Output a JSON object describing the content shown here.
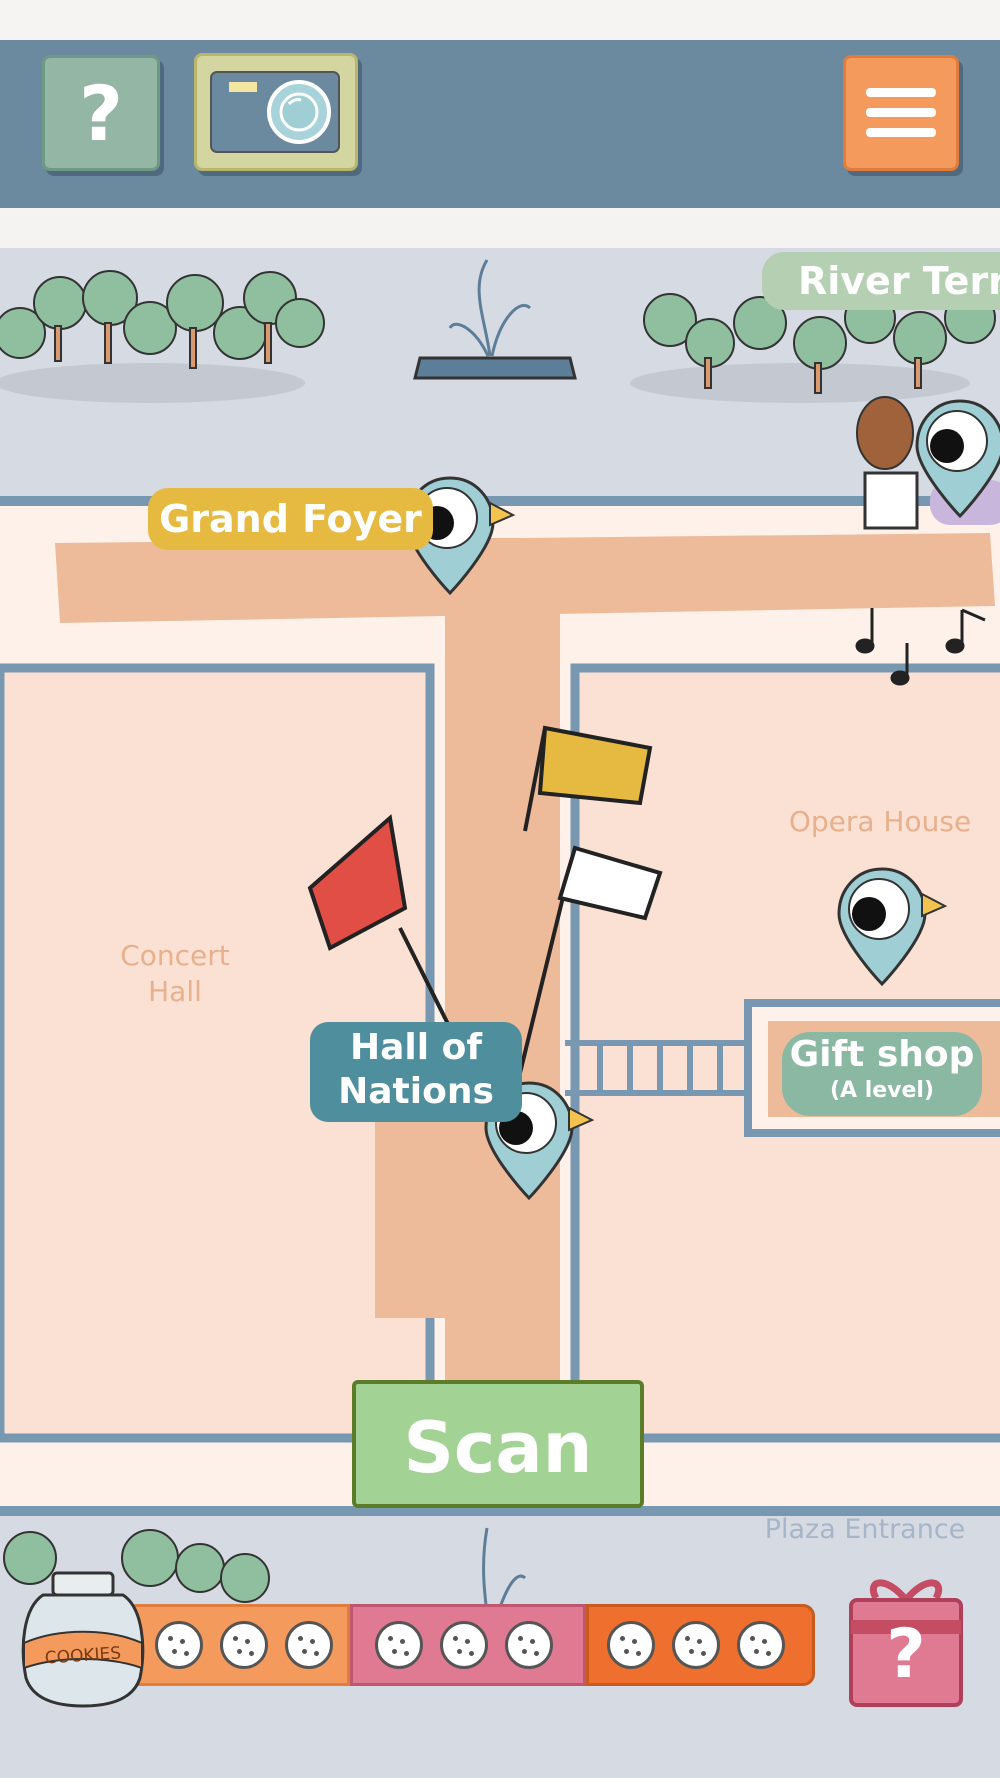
{
  "toolbar": {
    "help_label": "?",
    "camera_icon": "camera-icon",
    "menu_icon": "hamburger-menu-icon"
  },
  "map": {
    "locations": {
      "grand_foyer": "Grand Foyer",
      "river_terrace": "River Terrac",
      "hall_of_nations_line1": "Hall of",
      "hall_of_nations_line2": "Nations",
      "gift_shop": "Gift shop",
      "gift_shop_sub": "(A level)",
      "opera_house": "Opera House",
      "concert_hall_line1": "Concert",
      "concert_hall_line2": "Hall",
      "plaza_entrance": "Plaza Entrance"
    }
  },
  "scan_button": {
    "label": "Scan"
  },
  "cookies": {
    "jar_label": "COOKIES",
    "groups": [
      {
        "color": "#f59a5d",
        "count": 3
      },
      {
        "color": "#e07a92",
        "count": 3
      },
      {
        "color": "#ee6f2e",
        "count": 3
      }
    ]
  },
  "gift": {
    "label": "?"
  },
  "colors": {
    "header": "#6b8aa0",
    "corridor": "#edbb9a",
    "room": "#fbe1d3",
    "grass": "#d6dbe3",
    "scan": "#a3d394",
    "pin": "#9fcfd4"
  }
}
